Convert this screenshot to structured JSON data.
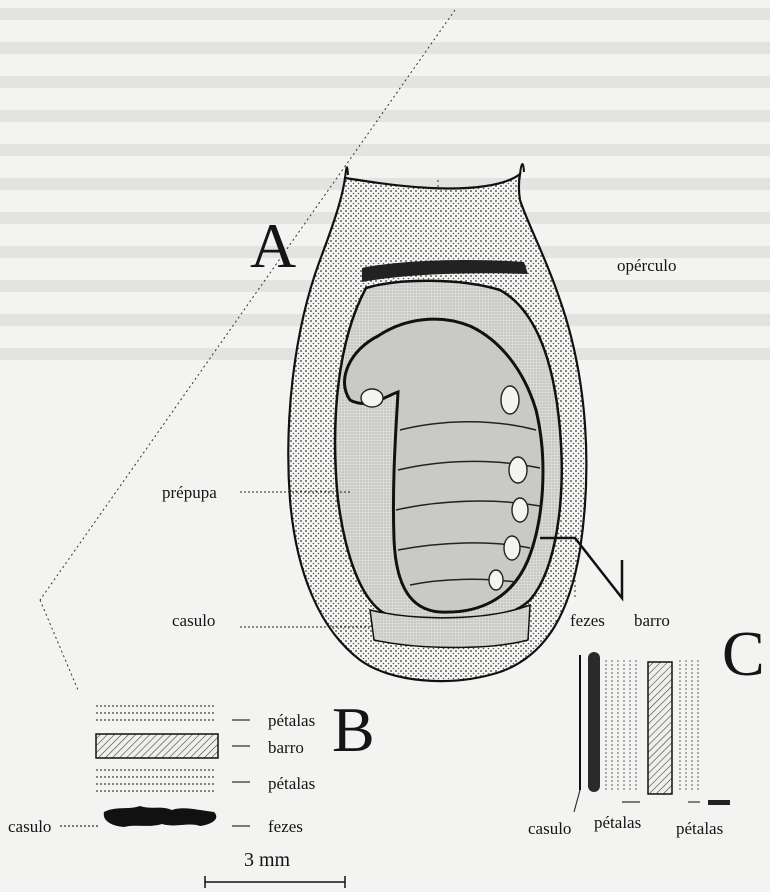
{
  "figure": {
    "panel_letters": {
      "a": "A",
      "b": "B",
      "c": "C"
    },
    "panel_a": {
      "operculum": "opérculo",
      "prepupa": "prépupa",
      "cocoon": "casulo"
    },
    "panel_b": {
      "petals_top": "pétalas",
      "mud": "barro",
      "petals_bottom": "pétalas",
      "cocoon": "casulo",
      "feces": "fezes",
      "scale": "3 mm"
    },
    "panel_c": {
      "feces": "fezes",
      "mud": "barro",
      "cocoon": "casulo",
      "petals_left": "pétalas",
      "petals_right": "pétalas"
    }
  }
}
